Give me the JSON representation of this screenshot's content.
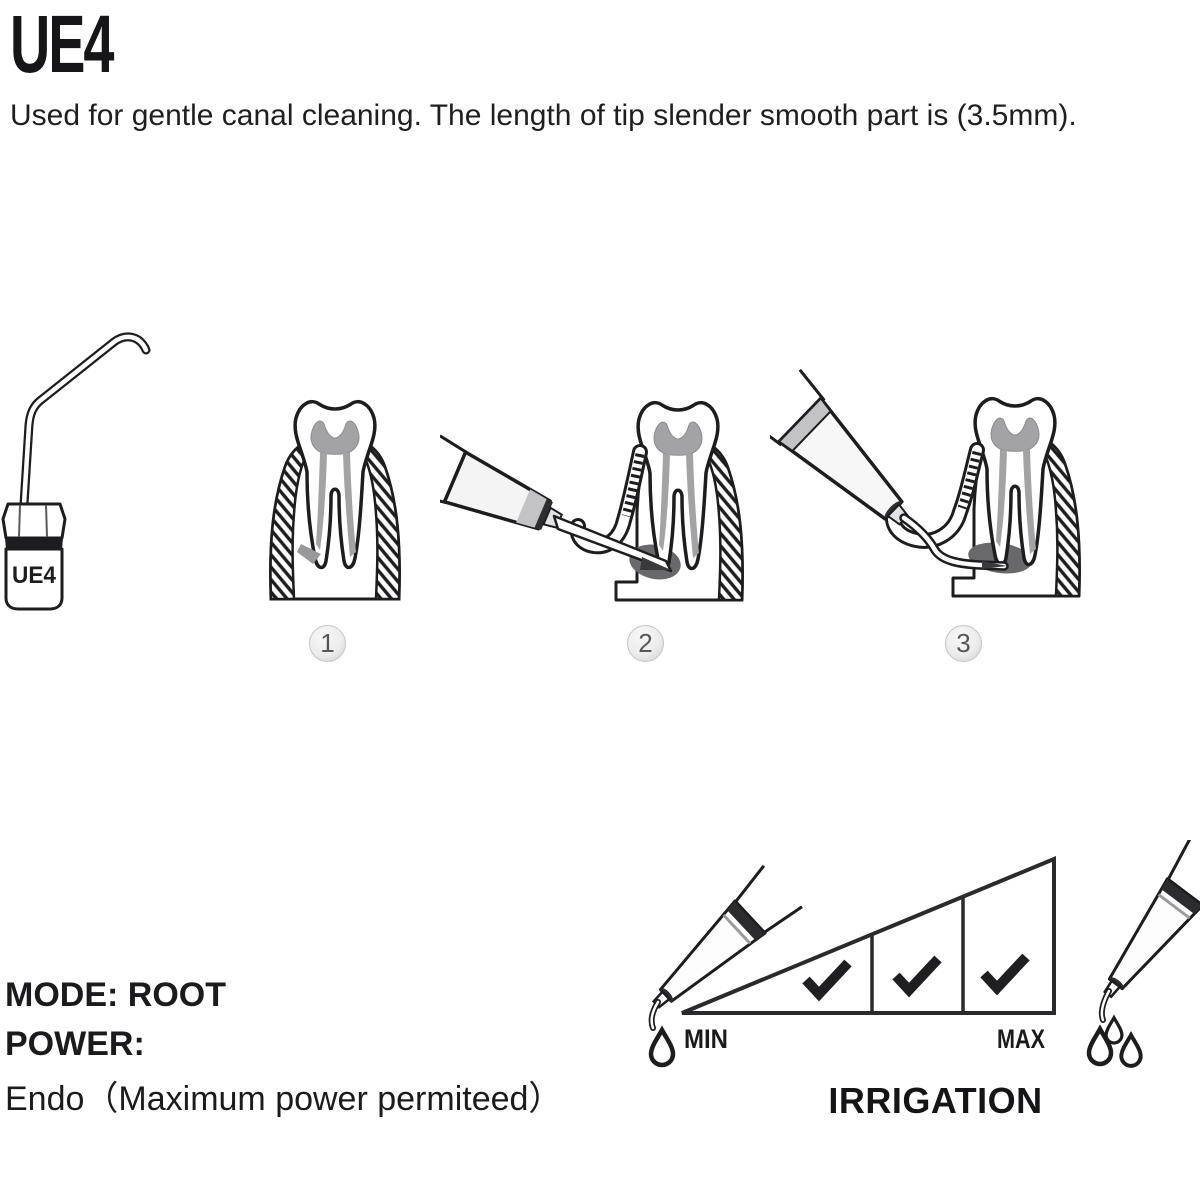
{
  "header": {
    "title": "UE4",
    "description": "Used for gentle canal cleaning. The length of tip slender smooth part is (3.5mm)."
  },
  "tip_figure": {
    "label": "UE4"
  },
  "steps": [
    {
      "number": "1"
    },
    {
      "number": "2"
    },
    {
      "number": "3"
    }
  ],
  "specs": {
    "mode": "MODE: ROOT",
    "power_label": "POWER:",
    "power_value": "Endo（Maximum power permiteed）"
  },
  "irrigation": {
    "min_label": "MIN",
    "max_label": "MAX",
    "title": "IRRIGATION",
    "levels": 3,
    "levels_checked": [
      true,
      true,
      true
    ]
  },
  "colors": {
    "ink": "#1d1d1f",
    "pulp_gray": "#a3a3a5",
    "lesion_gray": "#69696b",
    "badge_bg": "#ececec"
  }
}
